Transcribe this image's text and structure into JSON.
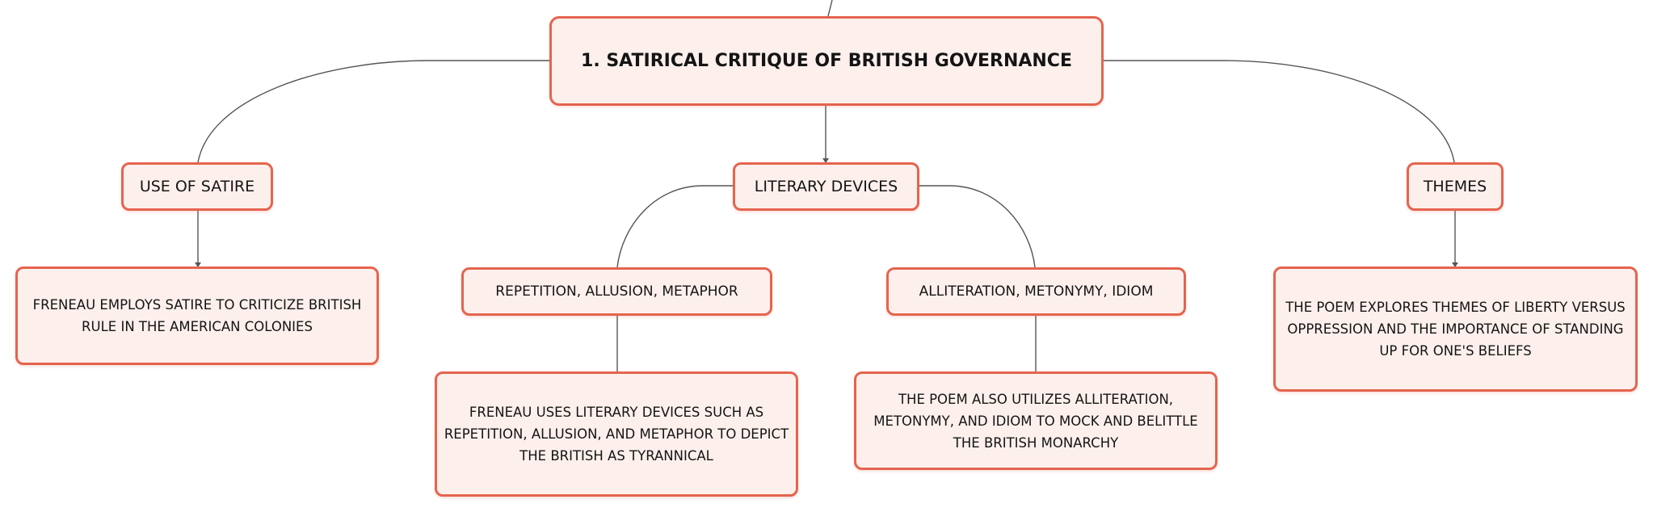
{
  "root": {
    "label": "1. SATIRICAL CRITIQUE OF BRITISH GOVERNANCE"
  },
  "branches": {
    "satire": {
      "label": "USE OF SATIRE",
      "detail": "FRENEAU EMPLOYS SATIRE TO CRITICIZE BRITISH RULE IN THE AMERICAN COLONIES"
    },
    "devices": {
      "label": "LITERARY DEVICES",
      "children": {
        "rep": {
          "label": "REPETITION, ALLUSION, METAPHOR",
          "detail": "FRENEAU USES LITERARY DEVICES SUCH AS REPETITION, ALLUSION, AND METAPHOR TO DEPICT THE BRITISH AS TYRANNICAL"
        },
        "alit": {
          "label": "ALLITERATION, METONYMY, IDIOM",
          "detail": "THE POEM ALSO UTILIZES ALLITERATION, METONYMY, AND IDIOM TO MOCK AND BELITTLE THE BRITISH MONARCHY"
        }
      }
    },
    "themes": {
      "label": "THEMES",
      "detail": "THE POEM EXPLORES THEMES OF LIBERTY VERSUS OPPRESSION AND THE IMPORTANCE OF STANDING UP FOR ONE'S BELIEFS"
    }
  },
  "colors": {
    "border": "#e5644e",
    "fill": "#fdf0ec",
    "connector": "#555555"
  }
}
